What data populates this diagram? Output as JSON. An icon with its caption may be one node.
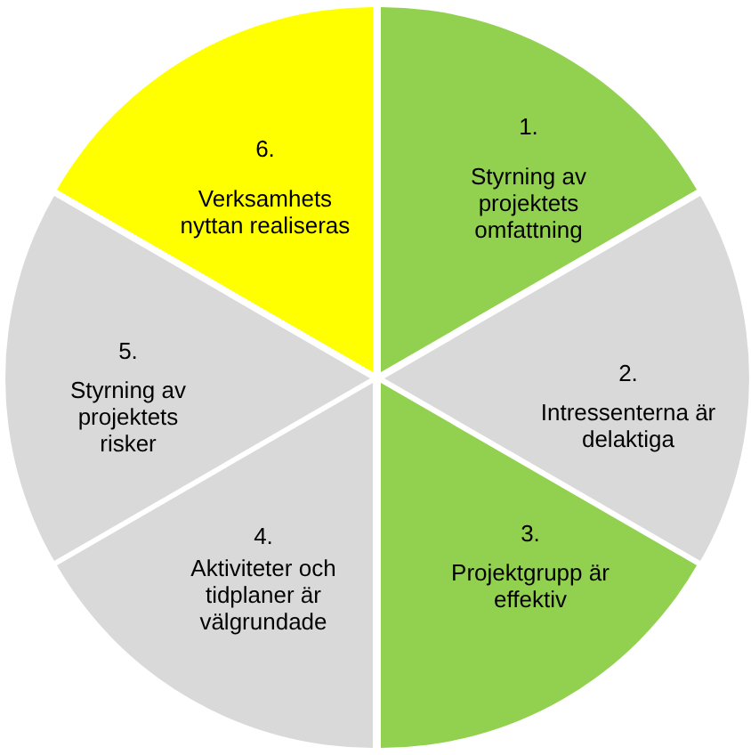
{
  "diagram": {
    "nodes": [
      {
        "text": [
          "1.",
          "Styrning av projektets omfattning"
        ]
      },
      {
        "text": [
          "2.",
          "Intressenterna är delaktiga"
        ]
      },
      {
        "text": [
          "3.",
          "Projektgrupp är effektiv"
        ]
      },
      {
        "text": [
          "4.",
          "Aktiviteter och tidplaner är välgrundade"
        ]
      },
      {
        "text": [
          "5.",
          "Styrning av projektets risker"
        ]
      },
      {
        "text": [
          "6.",
          "Verksamhets nyttan realiseras"
        ]
      }
    ]
  }
}
